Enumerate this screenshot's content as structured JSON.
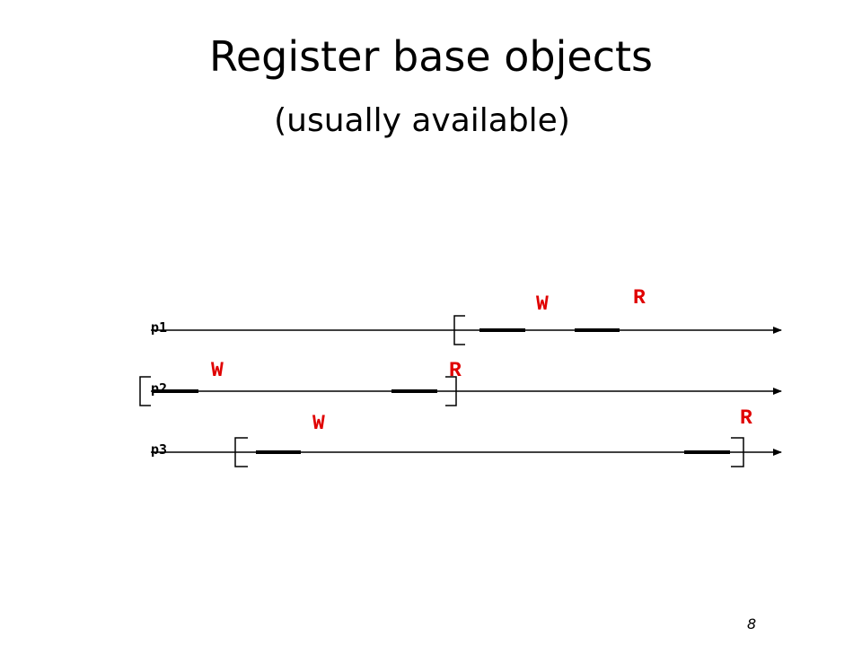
{
  "slide": {
    "title": "Register base objects",
    "subtitle": "(usually available)",
    "page_number": "8"
  },
  "colors": {
    "op_label": "#e00000",
    "line": "#000000"
  },
  "processes": [
    {
      "label": "p1"
    },
    {
      "label": "p2"
    },
    {
      "label": "p3"
    }
  ],
  "operations": [
    {
      "label": "W"
    },
    {
      "label": "R"
    },
    {
      "label": "W"
    },
    {
      "label": "R"
    },
    {
      "label": "W"
    },
    {
      "label": "R"
    }
  ]
}
